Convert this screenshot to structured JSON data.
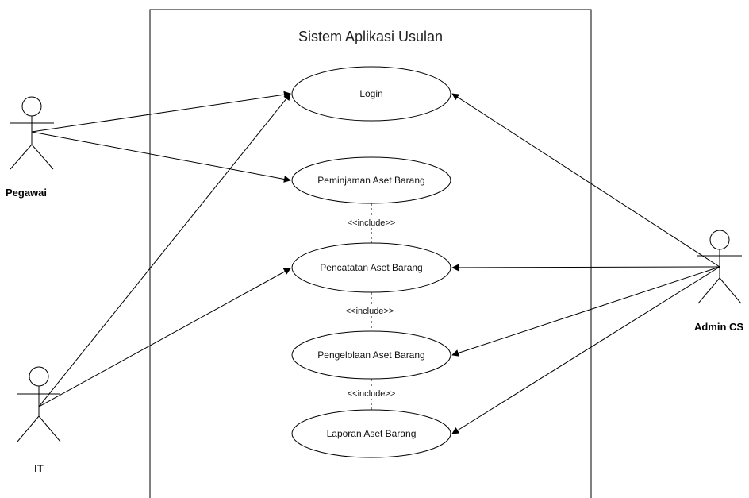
{
  "system": {
    "title": "Sistem Aplikasi Usulan"
  },
  "actors": {
    "pegawai": "Pegawai",
    "it": "IT",
    "admin": "Admin CS"
  },
  "use_cases": {
    "login": "Login",
    "peminjaman": "Peminjaman Aset Barang",
    "pencatatan": "Pencatatan Aset Barang",
    "pengelolaan": "Pengelolaan Aset Barang",
    "laporan": "Laporan Aset Barang"
  },
  "relations": {
    "include_1": "<<include>>",
    "include_2": "<<include>>",
    "include_3": "<<include>>"
  }
}
